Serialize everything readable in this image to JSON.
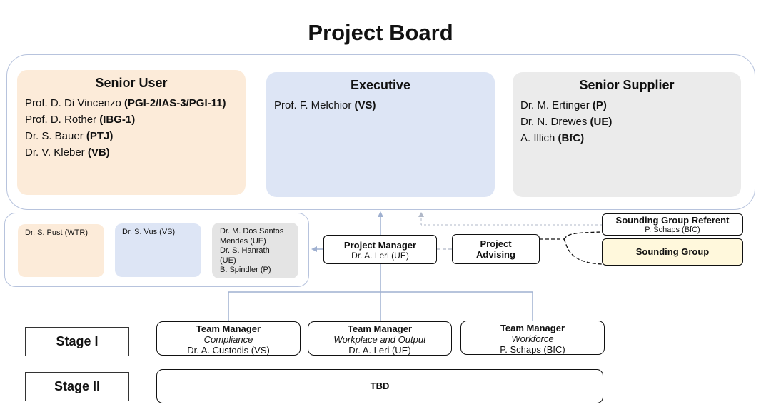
{
  "title": "Project Board",
  "board": {
    "senior_user": {
      "heading": "Senior User",
      "members": [
        {
          "name": "Prof. D. Di Vincenzo ",
          "org": "(PGI-2/IAS-3/PGI-11)"
        },
        {
          "name": "Prof. D. Rother ",
          "org": "(IBG-1)"
        },
        {
          "name": "Dr. S. Bauer ",
          "org": "(PTJ)"
        },
        {
          "name": "Dr. V. Kleber ",
          "org": "(VB)"
        }
      ]
    },
    "executive": {
      "heading": "Executive",
      "members": [
        {
          "name": "Prof. F. Melchior ",
          "org": "(VS)"
        }
      ]
    },
    "senior_supplier": {
      "heading": "Senior Supplier",
      "members": [
        {
          "name": "Dr. M. Ertinger ",
          "org": "(P)"
        },
        {
          "name": "Dr. N. Drewes ",
          "org": "(UE)"
        },
        {
          "name": "A. Illich ",
          "org": "(BfC)"
        }
      ]
    }
  },
  "assurance": {
    "user": "Dr. S. Pust (WTR)",
    "executive": "Dr. S. Vus (VS)",
    "supplier_lines": [
      "Dr. M. Dos Santos",
      "Mendes (UE)",
      "Dr. S. Hanrath",
      "(UE)",
      "B. Spindler (P)"
    ]
  },
  "project_manager": {
    "label": "Project Manager",
    "name": "Dr. A. Leri (UE)"
  },
  "project_advising": {
    "line1": "Project",
    "line2": "Advising"
  },
  "sounding_group_referent": {
    "label": "Sounding Group Referent",
    "name": "P. Schaps (BfC)"
  },
  "sounding_group": {
    "label": "Sounding Group"
  },
  "stages": [
    {
      "label": "Stage I"
    },
    {
      "label": "Stage II"
    }
  ],
  "team_managers": [
    {
      "label": "Team Manager",
      "area": "Compliance",
      "name": "Dr. A. Custodis (VS)"
    },
    {
      "label": "Team Manager",
      "area": "Workplace and Output",
      "name": "Dr. A. Leri (UE)"
    },
    {
      "label": "Team Manager",
      "area": "Workforce",
      "name": "P. Schaps (BfC)"
    }
  ],
  "stage2_placeholder": "TBD",
  "colors": {
    "frame": "#b7c3dd",
    "senior_user_bg": "#fcebd9",
    "executive_bg": "#dde5f5",
    "supplier_bg": "#ebebeb",
    "connector": "#9fb0d0",
    "sounding_group_bg": "#fff8dc"
  }
}
